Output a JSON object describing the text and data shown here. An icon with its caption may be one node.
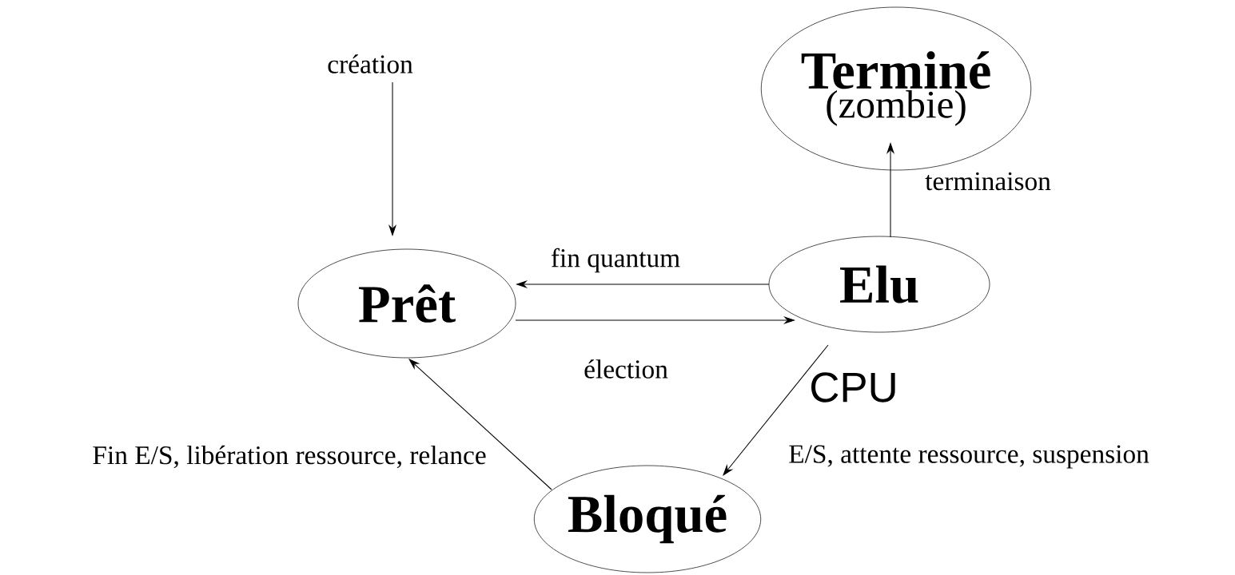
{
  "diagram": {
    "nodes": [
      {
        "text": [
          "Terminé",
          "(zombie)"
        ]
      },
      {
        "text": [
          "création"
        ]
      },
      {
        "text": [
          "Prêt"
        ]
      },
      {
        "text": [
          "Elu"
        ],
        "beside": [
          "CPU"
        ]
      },
      {
        "text": [
          "Bloqué"
        ]
      }
    ],
    "edges": [
      {
        "from": 1,
        "to": 2,
        "arrow": "to"
      },
      {
        "from": 3,
        "to": 2,
        "arrow": "to",
        "label": "fin quantum"
      },
      {
        "from": 2,
        "to": 3,
        "arrow": "to",
        "label": "élection"
      },
      {
        "from": 3,
        "to": 0,
        "arrow": "to",
        "label": "terminaison"
      },
      {
        "from": 3,
        "to": 4,
        "arrow": "to",
        "label": "E/S, attente ressource, suspension"
      },
      {
        "from": 4,
        "to": 2,
        "arrow": "to",
        "label": "Fin E/S, libération ressource, relance"
      }
    ]
  }
}
